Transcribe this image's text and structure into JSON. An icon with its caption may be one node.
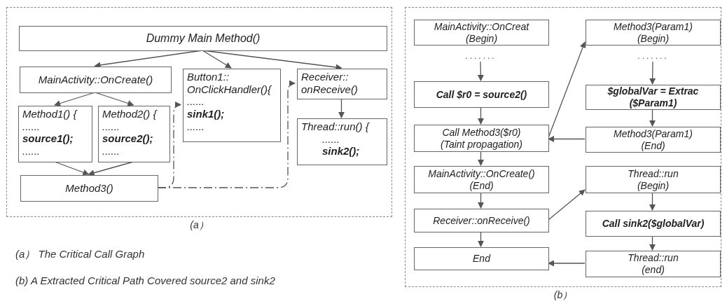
{
  "diagram": {
    "nodes": [
      {
        "text": [
          "(a）"
        ]
      },
      {
        "text": [
          "Dummy Main Method()"
        ],
        "in": 0
      },
      {
        "text": [
          "MainActivity::OnCreate()"
        ],
        "in": 0
      },
      {
        "text": [
          "Button1:: OnClickHandler(){",
          "......",
          "**sink1();**",
          "......"
        ],
        "in": 0
      },
      {
        "text": [
          "Receiver:: onReceive()"
        ],
        "in": 0
      },
      {
        "text": [
          "Method1() {",
          "......",
          "**source1();**",
          "......"
        ],
        "in": 0
      },
      {
        "text": [
          "Method2() {",
          "......",
          "**source2();**",
          "......"
        ],
        "in": 0
      },
      {
        "text": [
          "Thread::run() {",
          "......",
          "**sink2();**"
        ],
        "in": 0
      },
      {
        "text": [
          "Method3()"
        ],
        "in": 0
      },
      {
        "text": [
          "(b）"
        ]
      },
      {
        "text": [
          "MainActivity::OnCreat (Begin)"
        ],
        "in": 9
      },
      {
        "text": [
          "......."
        ],
        "in": 9
      },
      {
        "text": [
          "**Call $r0 = source2()**"
        ],
        "in": 9
      },
      {
        "text": [
          "Call Method3($r0) (Taint propagation)"
        ],
        "in": 9
      },
      {
        "text": [
          "MainActivity::OnCreate() (End)"
        ],
        "in": 9
      },
      {
        "text": [
          "Receiver::onReceive()"
        ],
        "in": 9
      },
      {
        "text": [
          "End"
        ],
        "in": 9
      },
      {
        "text": [
          "Method3(Param1) (Begin)"
        ],
        "in": 9
      },
      {
        "text": [
          "......."
        ],
        "in": 9
      },
      {
        "text": [
          "**$globalVar = Extrac ($Param1)**"
        ],
        "in": 9
      },
      {
        "text": [
          "Method3(Param1) (End)"
        ],
        "in": 9
      },
      {
        "text": [
          "Thread::run (Begin)"
        ],
        "in": 9
      },
      {
        "text": [
          "**Call sink2($globalVar)**"
        ],
        "in": 9
      },
      {
        "text": [
          "Thread::run (end)"
        ],
        "in": 9
      }
    ],
    "edges": [
      {
        "from": 1,
        "to": 2,
        "arrow": "to"
      },
      {
        "from": 1,
        "to": 3,
        "arrow": "to"
      },
      {
        "from": 1,
        "to": 4,
        "arrow": "to"
      },
      {
        "from": 2,
        "to": 5,
        "arrow": "to"
      },
      {
        "from": 2,
        "to": 6,
        "arrow": "to"
      },
      {
        "from": 4,
        "to": 7,
        "arrow": "to"
      },
      {
        "from": 5,
        "to": 8,
        "arrow": "to"
      },
      {
        "from": 6,
        "to": 8,
        "arrow": "to"
      },
      {
        "from": 8,
        "to": 3,
        "arrow": "to",
        "style": "dashed"
      },
      {
        "from": 8,
        "to": 4,
        "arrow": "to",
        "style": "dashed"
      },
      {
        "from": 11,
        "to": 12,
        "arrow": "to"
      },
      {
        "from": 12,
        "to": 13,
        "arrow": "to"
      },
      {
        "from": 13,
        "to": 17,
        "arrow": "to"
      },
      {
        "from": 13,
        "to": 14,
        "arrow": "to"
      },
      {
        "from": 14,
        "to": 15,
        "arrow": "to"
      },
      {
        "from": 15,
        "to": 21,
        "arrow": "to"
      },
      {
        "from": 15,
        "to": 16,
        "arrow": "to"
      },
      {
        "from": 18,
        "to": 19,
        "arrow": "to"
      },
      {
        "from": 19,
        "to": 20,
        "arrow": "to"
      },
      {
        "from": 20,
        "to": 13,
        "arrow": "to"
      },
      {
        "from": 21,
        "to": 22,
        "arrow": "to"
      },
      {
        "from": 22,
        "to": 23,
        "arrow": "to"
      },
      {
        "from": 23,
        "to": 16,
        "arrow": "to"
      }
    ],
    "labels": [
      "(a） The Critical Call Graph",
      "(b) A Extracted Critical Path Covered source2 and sink2"
    ]
  }
}
